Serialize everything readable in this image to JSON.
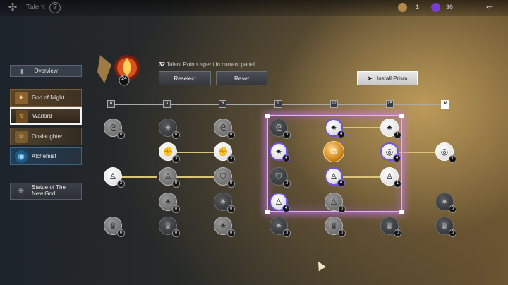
{
  "topbar": {
    "title": "Talent",
    "help": "?",
    "resource1": {
      "icon": "key-icon",
      "value": "1"
    },
    "resource2": {
      "icon": "purple-orb-icon",
      "value": "36"
    }
  },
  "sidebar": {
    "overview": "Overview",
    "items": [
      {
        "label": "God of Might"
      },
      {
        "label": "Warlord"
      },
      {
        "label": "Onslaughter"
      },
      {
        "label": "Alchemist"
      }
    ],
    "statue": "Statue of The New God"
  },
  "header": {
    "emblem_level": "24",
    "points_value": "32",
    "points_text": "Talent Points spent in current panel",
    "reselect": "Reselect",
    "reset": "Reset",
    "install_prism": "Install Prism"
  },
  "ticks": [
    "0",
    "3",
    "6",
    "9",
    "12",
    "15",
    "18"
  ],
  "nodes": [
    {
      "badge": "0"
    },
    {
      "badge": "0"
    },
    {
      "badge": "0"
    },
    {
      "badge": "0"
    },
    {
      "badge": "4"
    },
    {
      "badge": "1"
    },
    {
      "badge": "3"
    },
    {
      "badge": "3"
    },
    {
      "badge": "4"
    },
    {
      "badge": ""
    },
    {
      "badge": "4"
    },
    {
      "badge": "1"
    },
    {
      "badge": "3"
    },
    {
      "badge": "0"
    },
    {
      "badge": "0"
    },
    {
      "badge": "0"
    },
    {
      "badge": "4"
    },
    {
      "badge": "1"
    },
    {
      "badge": "0"
    },
    {
      "badge": "0"
    },
    {
      "badge": "4"
    },
    {
      "badge": "0"
    },
    {
      "badge": "0"
    },
    {
      "badge": "0"
    },
    {
      "badge": "0"
    },
    {
      "badge": "0"
    },
    {
      "badge": "0"
    },
    {
      "badge": "0"
    },
    {
      "badge": "0"
    },
    {
      "badge": "0"
    }
  ],
  "colors": {
    "accent_purple": "#6e52e0",
    "region_glow": "#e2b0ff"
  }
}
